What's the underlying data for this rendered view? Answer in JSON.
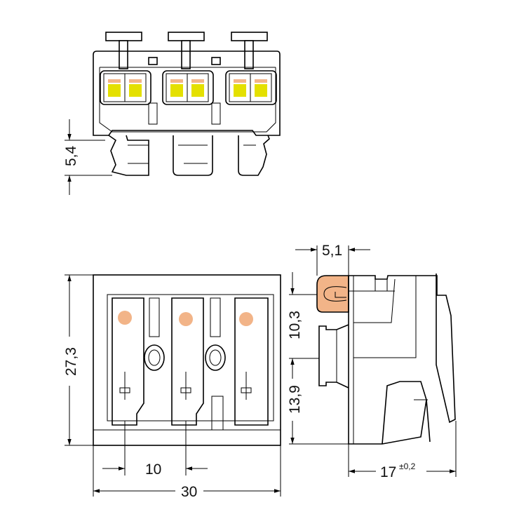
{
  "dimensions": {
    "top_view_foot_height": "5,4",
    "front_height": "27,3",
    "front_pitch": "10",
    "front_width": "30",
    "side_clip_width": "5,1",
    "side_upper_height": "10,3",
    "side_lower_height": "13,9",
    "side_depth": "17",
    "side_depth_tolerance": "±0,2"
  },
  "colors": {
    "wire_entry_yellow": "#e4e000",
    "contact_orange": "#f2b488",
    "line": "#000000"
  }
}
